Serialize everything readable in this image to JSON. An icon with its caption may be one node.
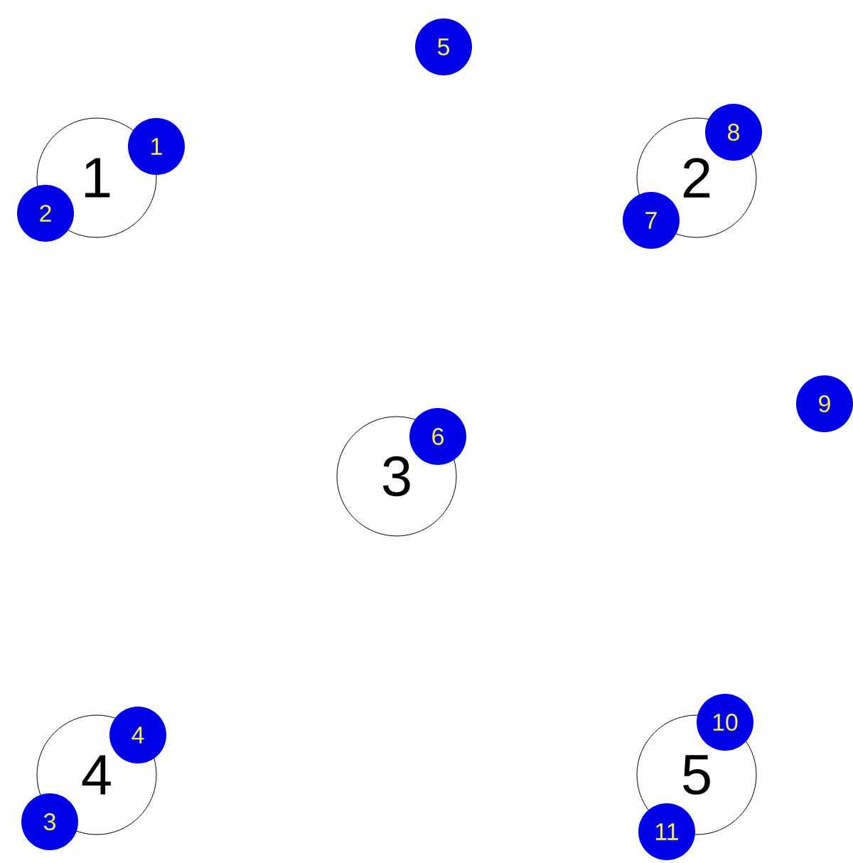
{
  "diagram": {
    "nodes": [
      {
        "text": [
          "1"
        ]
      },
      {
        "text": [
          "2"
        ]
      },
      {
        "text": [
          "3"
        ]
      },
      {
        "text": [
          "4"
        ]
      },
      {
        "text": [
          "5"
        ]
      },
      {
        "text": [
          "1"
        ]
      },
      {
        "text": [
          "2"
        ]
      },
      {
        "text": [
          "3"
        ]
      },
      {
        "text": [
          "4"
        ]
      },
      {
        "text": [
          "5"
        ]
      },
      {
        "text": [
          "6"
        ]
      },
      {
        "text": [
          "7"
        ]
      },
      {
        "text": [
          "8"
        ]
      },
      {
        "text": [
          "9"
        ]
      },
      {
        "text": [
          "10"
        ]
      },
      {
        "text": [
          "11"
        ]
      }
    ]
  }
}
